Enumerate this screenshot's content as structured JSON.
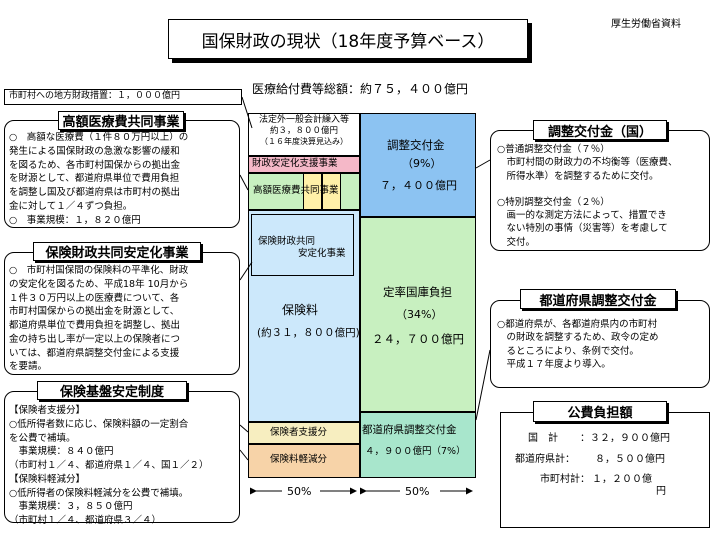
{
  "title": "国保財政の現状（18年度予算ベース）",
  "source": "厚生労働省資料",
  "total_medical": "医療給付費等総額：約７５，４００億円",
  "municipal_measure": "市町村への地方財政措置：１，０００億円",
  "left_sections": {
    "high_cost": {
      "header": "高額医療費共同事業",
      "lines": [
        "○　高額な医療費（１件８０万円以上）の",
        "発生による国保財政の急激な影響の緩和",
        "を図るため、各市町村国保からの拠出金",
        "を財源として、都道府県単位で費用負担",
        "を調整し国及び都道府県は市町村の拠出",
        "金に対して１／４ずつ負担。",
        "○　事業規模：１，８２０億円"
      ]
    },
    "stabilization": {
      "header": "保険財政共同安定化事業",
      "lines": [
        "○　市町村国保間の保険料の平準化、財政",
        "の安定化を図るため、平成18年 10月から",
        "１件３０万円以上の医療費について、各",
        "市町村国保からの拠出金を財源として、",
        "都道府県単位で費用負担を調整し、拠出",
        "金の持ち出し率が一定以上の保険者につ",
        "いては、都道府県調整交付金による支援",
        "を要請。"
      ]
    },
    "base": {
      "header": "保険基盤安定制度",
      "lines": [
        "【保険者支援分】",
        "○低所得者数に応じ、保険料額の一定割合",
        "を公費で補填。",
        "　事業規模：８４０億円",
        "（市町村１／４、都道府県１／４、国１／２）",
        "【保険料軽減分】",
        "○低所得者の保険料軽減分を公費で補填。",
        "　事業規模：３，８５０億円",
        "（市町村１／４、都道府県３／４）"
      ]
    }
  },
  "right_sections": {
    "adjustment": {
      "header": "調整交付金（国）",
      "lines": [
        "○普通調整交付金（７％）",
        "　市町村間の財政力の不均衡等（医療費、",
        "　所得水準）を調整するために交付。",
        "",
        "○特別調整交付金（２％）",
        "　画一的な測定方法によって、措置でき",
        "　ない特別の事情（災害等）を考慮して",
        "　交付。"
      ]
    },
    "prefectural": {
      "header": "都道府県調整交付金",
      "lines": [
        "○都道府県が、各都道府県内の市町村",
        "　の財政を調整するため、政令の定め",
        "　るところにより、条例で交付。",
        "　平成１７年度より導入。"
      ]
    },
    "public": {
      "header": "公費負担額",
      "rows": [
        {
          "label": "国　計",
          "value": "：３２，９００億円"
        },
        {
          "label": "都道府県計：",
          "value": "８，５００億円"
        },
        {
          "label": "市町村計：",
          "value": "１，２００億"
        }
      ],
      "tail": "円"
    }
  },
  "diagram": {
    "general_transfer": [
      "法定外一般会計繰入等",
      "約３，８００億円",
      "（１６年度決算見込み）"
    ],
    "fiscal_support": "財政安定化支援事業",
    "high_cost_joint": "高額医療費共同事業",
    "insurance_joint": [
      "保険財政共同",
      "安定化事業"
    ],
    "premium": "保険料",
    "premium_amount": "(約３１，８００億円)",
    "insurer_support": "保険者支援分",
    "premium_reduction": "保険料軽減分",
    "adj_grant": "調整交付金",
    "adj_pct": "（9%）",
    "adj_amount": "７，４００億円",
    "fixed_rate": "定率国庫負担",
    "fixed_pct": "（34%）",
    "fixed_amount": "２４，７００億円",
    "pref_grant": "都道府県調整交付金",
    "pref_amount": "４，９００億円（7%）",
    "left_pct": "50%",
    "right_pct": "50%"
  },
  "colors": {
    "pink": "#f5b8c8",
    "green": "#c8f0c0",
    "light_blue": "#cce8fb",
    "mid_blue": "#8cc3f2",
    "yellow": "#fff0a8",
    "pale_yellow": "#f7eec0",
    "orange": "#f7d3a8",
    "teal": "#a8e6cc"
  }
}
